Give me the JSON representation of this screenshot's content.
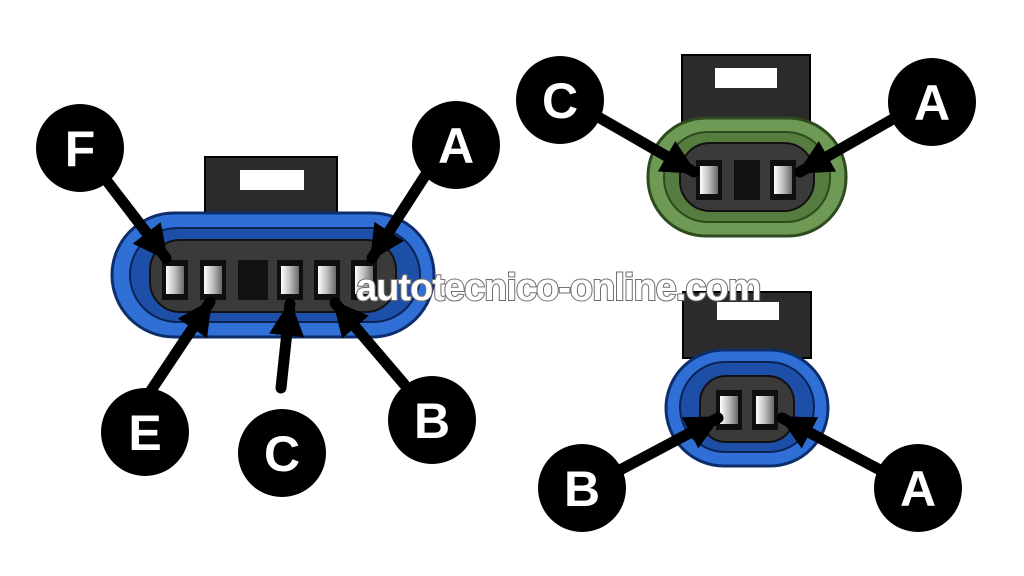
{
  "watermark": "autotecnico-online.com",
  "colors": {
    "blue_housing": "#2f6fd6",
    "green_housing": "#6f9a55",
    "dark_body": "#3a3a3a",
    "label_circle": "#000000",
    "label_text": "#ffffff"
  },
  "connectors": [
    {
      "id": "six-pin",
      "color": "blue",
      "labels": [
        "F",
        "A",
        "E",
        "C",
        "B"
      ]
    },
    {
      "id": "three-pin",
      "color": "green",
      "labels": [
        "C",
        "A"
      ]
    },
    {
      "id": "two-pin",
      "color": "blue",
      "labels": [
        "B",
        "A"
      ]
    }
  ]
}
